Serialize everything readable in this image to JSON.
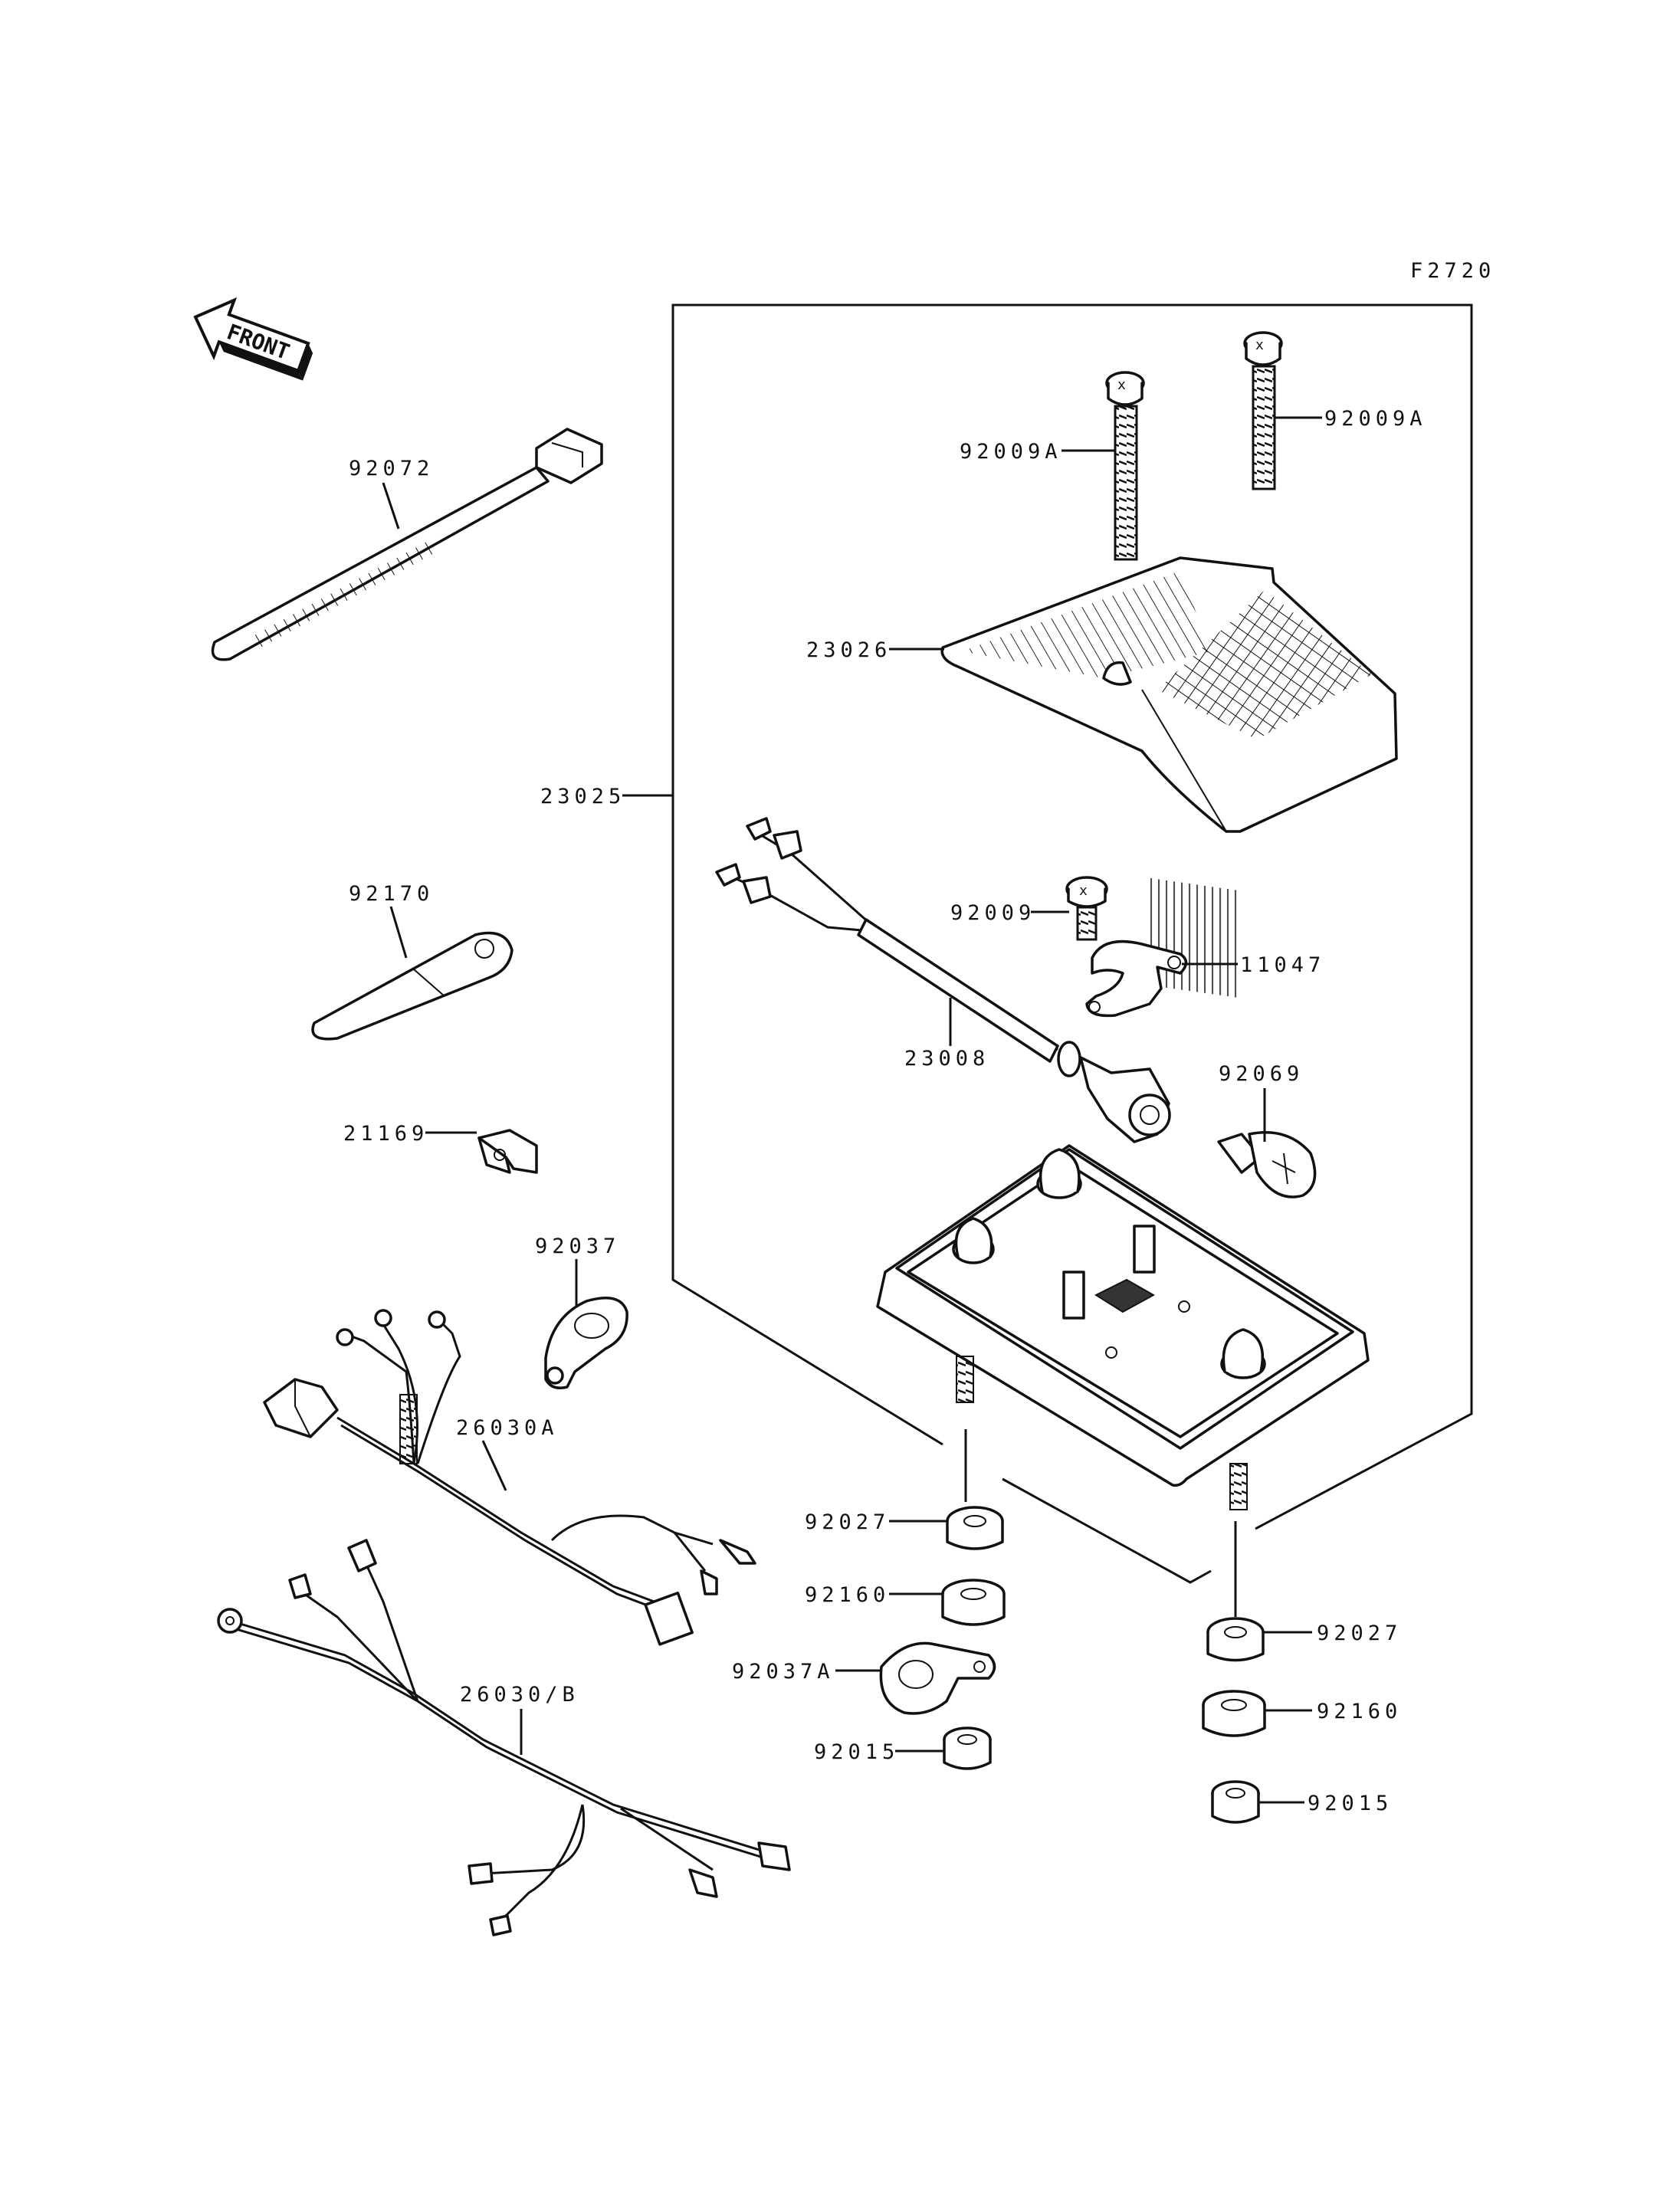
{
  "figure_code": "F2720",
  "front_arrow_label": "FRONT",
  "callouts": [
    {
      "id": "c-92009A-1",
      "text": "92009A"
    },
    {
      "id": "c-92009A-2",
      "text": "92009A"
    },
    {
      "id": "c-92072",
      "text": "92072"
    },
    {
      "id": "c-23026",
      "text": "23026"
    },
    {
      "id": "c-23025",
      "text": "23025"
    },
    {
      "id": "c-92170",
      "text": "92170"
    },
    {
      "id": "c-92009",
      "text": "92009"
    },
    {
      "id": "c-11047",
      "text": "11047"
    },
    {
      "id": "c-23008",
      "text": "23008"
    },
    {
      "id": "c-92069",
      "text": "92069"
    },
    {
      "id": "c-21169",
      "text": "21169"
    },
    {
      "id": "c-92037",
      "text": "92037"
    },
    {
      "id": "c-26030A",
      "text": "26030A"
    },
    {
      "id": "c-92027-1",
      "text": "92027"
    },
    {
      "id": "c-92160-1",
      "text": "92160"
    },
    {
      "id": "c-92037A",
      "text": "92037A"
    },
    {
      "id": "c-26030B",
      "text": "26030/B"
    },
    {
      "id": "c-92015-1",
      "text": "92015"
    },
    {
      "id": "c-92027-2",
      "text": "92027"
    },
    {
      "id": "c-92160-2",
      "text": "92160"
    },
    {
      "id": "c-92015-2",
      "text": "92015"
    }
  ]
}
